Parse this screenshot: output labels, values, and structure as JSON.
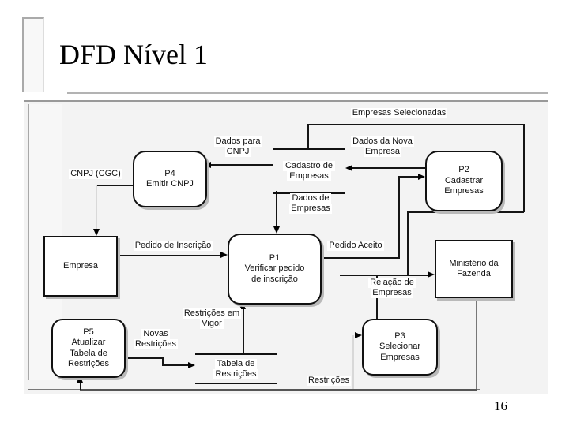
{
  "slide": {
    "title": "DFD Nível 1",
    "page_number": "16"
  },
  "colors": {
    "canvas": "#f3f3f3",
    "line": "#111111",
    "frame": "#999999",
    "shadow": "#b9b9b9",
    "title": "#000000"
  },
  "diagram": {
    "processes": [
      {
        "id": "P4",
        "lines": [
          "P4",
          "Emitir CNPJ"
        ]
      },
      {
        "id": "P2",
        "lines": [
          "P2",
          "Cadastrar",
          "Empresas"
        ]
      },
      {
        "id": "P1",
        "lines": [
          "P1",
          "Verificar pedido",
          "de inscrição"
        ]
      },
      {
        "id": "P5",
        "lines": [
          "P5",
          "Atualizar",
          "Tabela de",
          "Restrições"
        ]
      },
      {
        "id": "P3",
        "lines": [
          "P3",
          "Selecionar",
          "Empresas"
        ]
      }
    ],
    "entities": [
      {
        "lines": [
          "Empresa"
        ]
      },
      {
        "lines": [
          "Ministério da",
          "Fazenda"
        ]
      }
    ],
    "stores": [
      {
        "lines": [
          "Cadastro de",
          "Empresas"
        ]
      },
      {
        "lines": [
          "Tabela de",
          "Restrições"
        ]
      }
    ],
    "flows": [
      {
        "lines": [
          "Empresas Selecionadas"
        ]
      },
      {
        "lines": [
          "Dados para",
          "CNPJ"
        ]
      },
      {
        "lines": [
          "Dados da Nova",
          "Empresa"
        ]
      },
      {
        "lines": [
          "CNPJ (CGC)"
        ]
      },
      {
        "lines": [
          "Dados de",
          "Empresas"
        ]
      },
      {
        "lines": [
          "Pedido de Inscrição"
        ]
      },
      {
        "lines": [
          "Pedido Aceito"
        ]
      },
      {
        "lines": [
          "Relação de",
          "Empresas"
        ]
      },
      {
        "lines": [
          "Restrições em",
          "Vigor"
        ]
      },
      {
        "lines": [
          "Novas",
          "Restrições"
        ]
      },
      {
        "lines": [
          "Restrições"
        ]
      }
    ]
  }
}
